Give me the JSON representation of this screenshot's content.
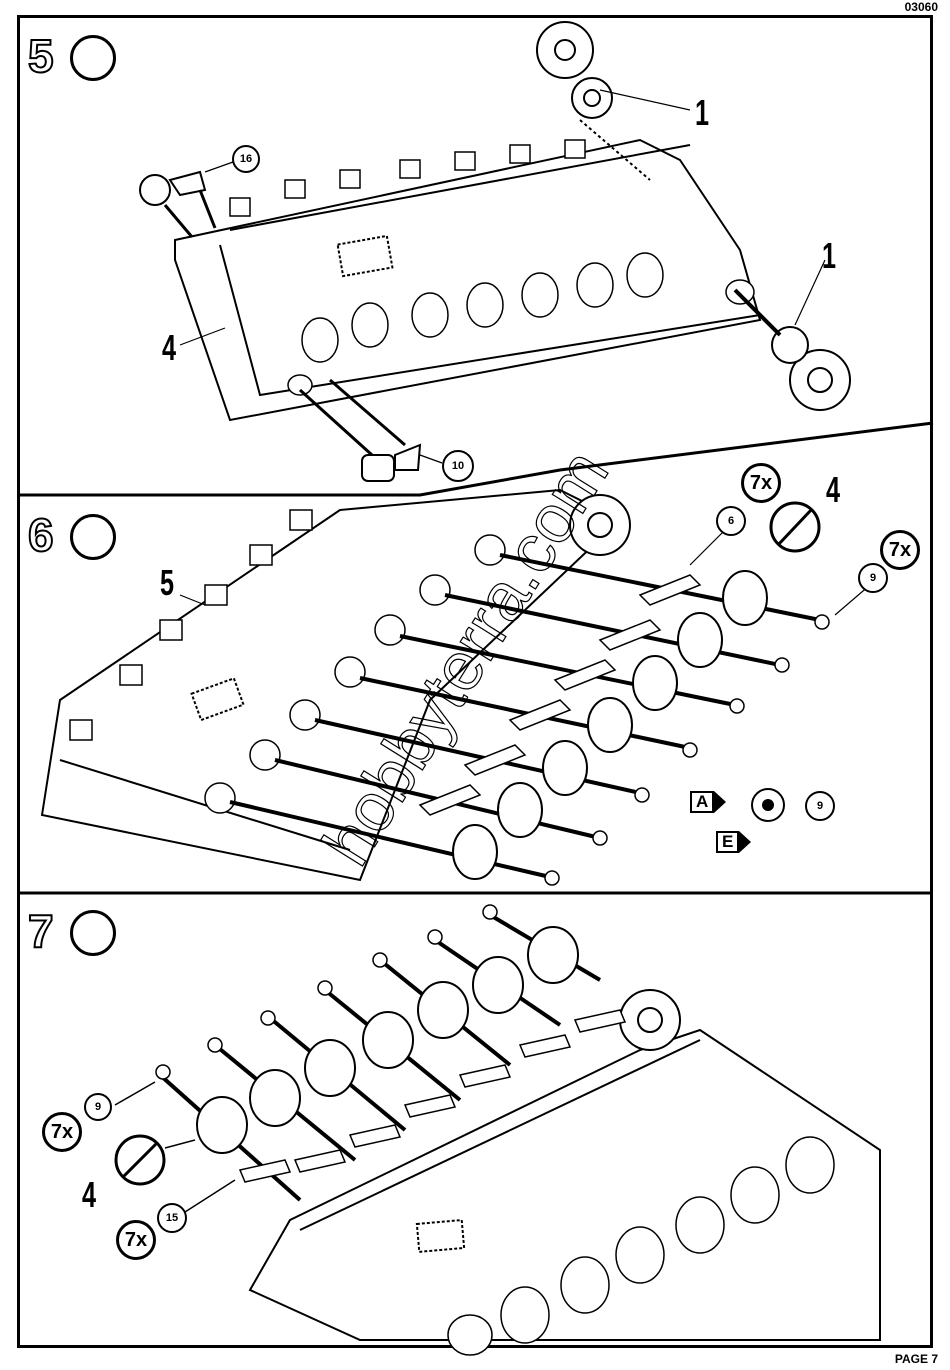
{
  "header": {
    "code": "03060"
  },
  "footer": {
    "page": "PAGE 7"
  },
  "watermark": "hobbyterra.com",
  "steps": [
    {
      "number": "5",
      "labels": {
        "part_main": "4",
        "part_sprocket_top": "1",
        "part_sprocket_right": "1",
        "part_16": "16",
        "part_10": "10"
      }
    },
    {
      "number": "6",
      "labels": {
        "hull": "5",
        "part_6": "6",
        "qty_a": "7x",
        "part_4": "4",
        "qty_b": "7x",
        "part_9": "9",
        "tag_a": "A",
        "tag_e": "E",
        "part_9b": "9"
      }
    },
    {
      "number": "7",
      "labels": {
        "part_9": "9",
        "qty_a": "7x",
        "part_4": "4",
        "qty_b": "7x",
        "part_15": "15"
      }
    }
  ],
  "icons": [
    "glue-tube-icon",
    "no-glue-icon"
  ]
}
